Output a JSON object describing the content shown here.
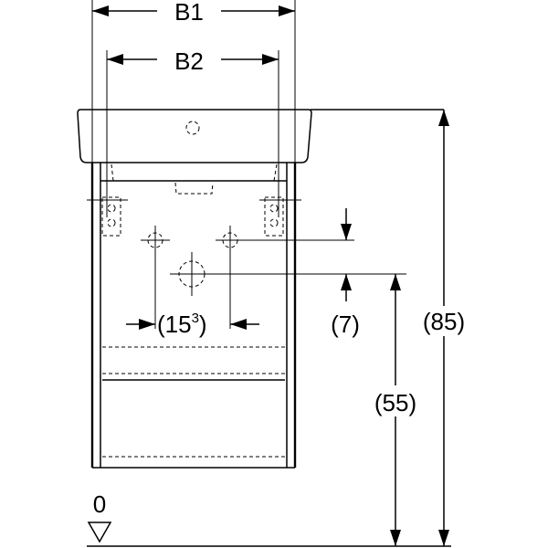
{
  "labels": {
    "width_b1": "B1",
    "width_b2": "B2",
    "offset_15_base": "(15",
    "offset_15_sup": "3",
    "offset_15_close": ")",
    "height_7": "(7)",
    "height_85": "(85)",
    "height_55": "(55)",
    "floor_level": "0"
  },
  "colors": {
    "line": "#000000",
    "background": "#ffffff"
  }
}
